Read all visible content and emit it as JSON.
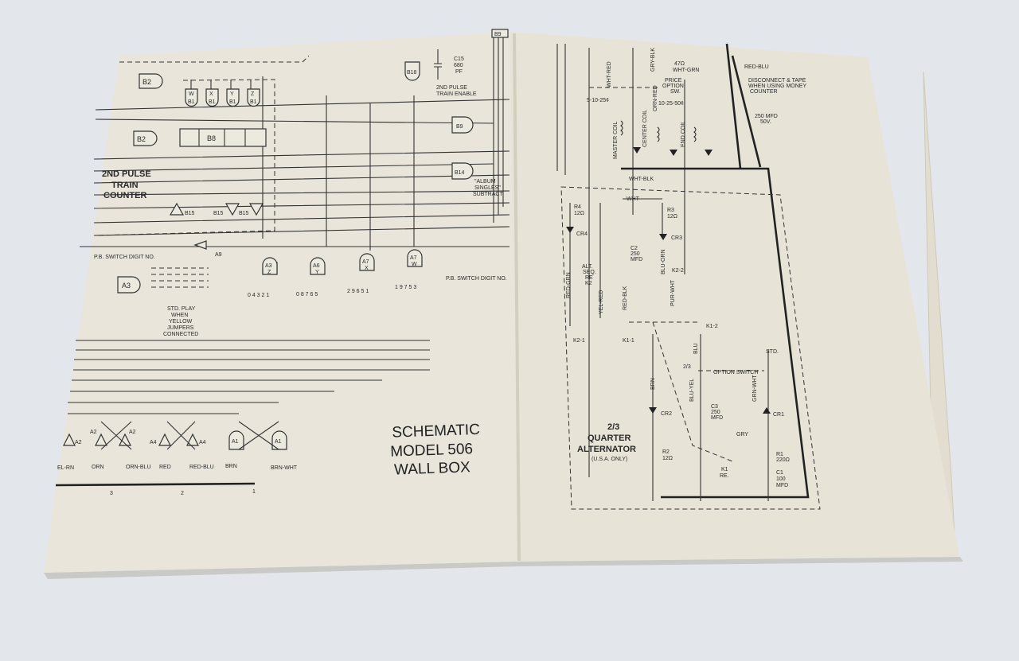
{
  "title": {
    "line1": "SCHEMATIC",
    "line2": "MODEL 506",
    "line3": "WALL BOX"
  },
  "left_page": {
    "counter_label": [
      "2ND PULSE",
      "TRAIN",
      "COUNTER"
    ],
    "gates": {
      "b2a": "B2",
      "b2b": "B2",
      "b8": "B8",
      "b18": "B18",
      "b9": "B9",
      "b14": "B14",
      "b9_top": "B9",
      "b1w": [
        "W",
        "B1"
      ],
      "b1x": [
        "X",
        "B1"
      ],
      "b1y": [
        "Y",
        "B1"
      ],
      "b1z": [
        "Z",
        "B1"
      ],
      "b15": [
        "B15",
        "B15",
        "B15"
      ],
      "a3": "A3",
      "a9": "A9",
      "a3z": [
        "A3",
        "Z"
      ],
      "a6y": [
        "A6",
        "Y"
      ],
      "a7x": [
        "A7",
        "X"
      ],
      "a7w": [
        "A7",
        "W"
      ],
      "a2": [
        "A2",
        "A2",
        "A2"
      ],
      "a4": [
        "A4",
        "A4"
      ],
      "a1": [
        "A1",
        "A1"
      ]
    },
    "c15": [
      "C15",
      "680",
      "PF"
    ],
    "pulse_enable": [
      "2ND PULSE",
      "TRAIN ENABLE"
    ],
    "album": [
      "\"ALBUM",
      "SINGLES\"",
      "SUBTRACT"
    ],
    "pb_switch_left": "P.B. SWITCH DIGIT NO.",
    "pb_switch_right": "P.B. SWITCH DIGIT NO.",
    "std_play": [
      "STD. PLAY",
      "WHEN",
      "YELLOW",
      "JUMPERS",
      "CONNECTED"
    ],
    "digit_rows": {
      "a3z": "0 4 3 2 1",
      "a6y": "0 8 7 6 5",
      "a7x": "2 9 6 5 1",
      "a7w": "1 9 7 5 3"
    },
    "wires": [
      "EL-RN",
      "ORN",
      "ORN-BLU",
      "RED",
      "RED-BLU",
      "BRN",
      "BRN-WHT"
    ],
    "bus_numbers": [
      "3",
      "2",
      "1"
    ]
  },
  "right_page": {
    "top": {
      "resistor": "47Ω",
      "wht_grn": "WHT-GRN",
      "red_blu": "RED-BLU",
      "gry_blk": "GRY-BLK",
      "wht_red": "WHT-RED",
      "price_option": [
        "PRICE",
        "OPTION",
        "SW."
      ],
      "opt1": "5-10-25¢",
      "opt2": "10-25-50¢",
      "disconnect": [
        "DISCONNECT & TAPE",
        "WHEN USING MONEY",
        "COUNTER"
      ],
      "cap": [
        "250 MFD",
        "50V."
      ],
      "coils": [
        "MASTER COIL",
        "CENTER COIL",
        "END COIL"
      ],
      "orn_red": "ORN-RED",
      "wht_blk": "WHT-BLK",
      "wht": "WHT"
    },
    "alternator": {
      "title": [
        "2/3",
        "QUARTER",
        "ALTERNATOR"
      ],
      "note": "(U.S.A. ONLY)",
      "r4": [
        "R4",
        "12Ω"
      ],
      "r3": [
        "R3",
        "12Ω"
      ],
      "r2": [
        "R2",
        "12Ω"
      ],
      "r1": [
        "R1",
        "220Ω"
      ],
      "cr4": "CR4",
      "cr3": "CR3",
      "cr2": "CR2",
      "cr1": "CR1",
      "c2": [
        "C2",
        "250",
        "MFD"
      ],
      "c3": [
        "C3",
        "250",
        "MFD"
      ],
      "c1": [
        "C1",
        "100",
        "MFD"
      ],
      "k2": [
        "ALT.",
        "SEQ.",
        "RE",
        "K2"
      ],
      "k1": [
        "K1",
        "RE."
      ],
      "k2_1": "K2-1",
      "k1_1": "K1-1",
      "k1_2": "K1-2",
      "k2_2": "K2-2",
      "wires": [
        "RED-GRN",
        "YEL-RED",
        "RED-BLK",
        "BLU-ORN",
        "PUR-WHT",
        "BLU",
        "BRN",
        "BLU-YEL",
        "GRN-WHT",
        "GRY"
      ],
      "option_switch": "OPTION SWITCH",
      "two_thirds": "2/3",
      "std": "STD."
    }
  }
}
